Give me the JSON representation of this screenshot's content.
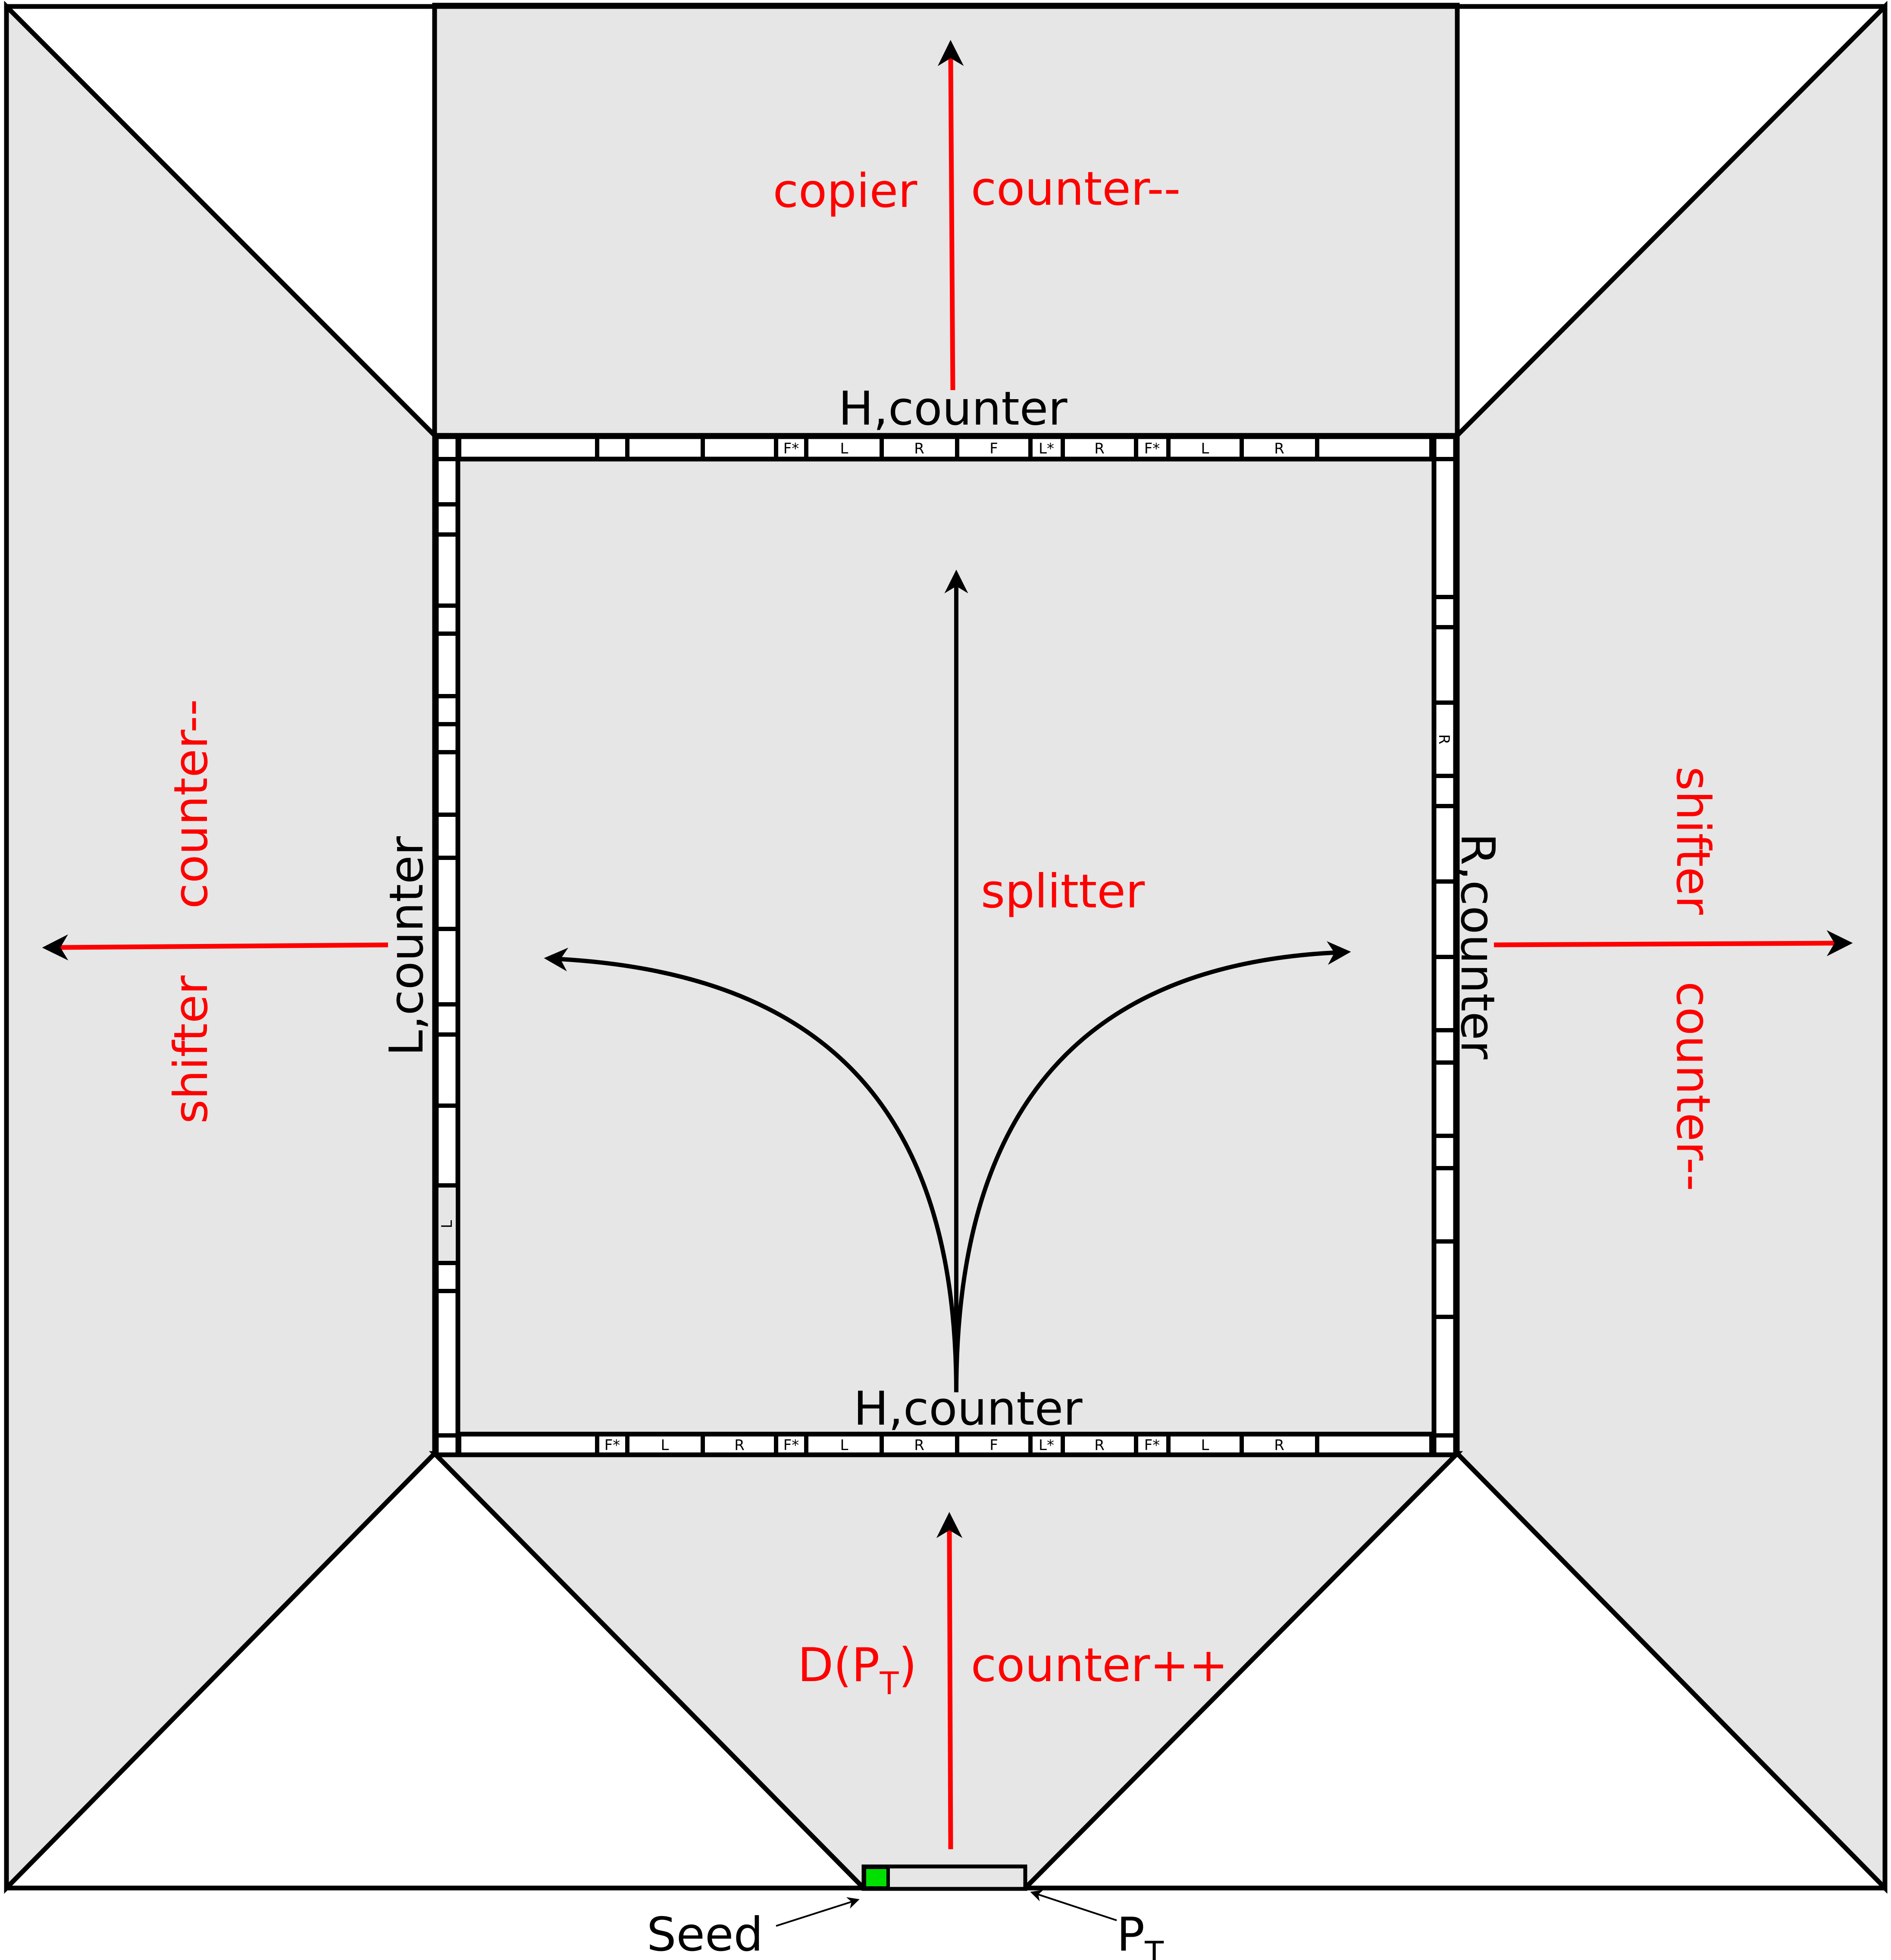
{
  "labels": {
    "top_region": {
      "left": "copier",
      "right": "counter--"
    },
    "top_edge": "H,counter",
    "bottom_edge": "H,counter",
    "center": "splitter",
    "left_edge": "L,counter",
    "right_edge": "R,counter",
    "left_region": {
      "counter": "counter--",
      "shifter": "shifter"
    },
    "right_region": {
      "shifter": "shifter",
      "counter": "counter--"
    },
    "bottom_region": {
      "counter": "counter++",
      "d_main": "D(P",
      "d_sub": "T",
      "d_close": ")"
    },
    "seed": "Seed",
    "pt_main": "P",
    "pt_sub": "T"
  },
  "top_cells": [
    "F*",
    "L",
    "R",
    "F",
    "L*",
    "R",
    "F*",
    "L",
    "R"
  ],
  "bottom_cells": [
    "F*",
    "L",
    "R",
    "F*",
    "L",
    "R",
    "F",
    "L*",
    "R",
    "F*",
    "L",
    "R"
  ],
  "left_cell": "L",
  "right_cell": "R",
  "colors": {
    "region_fill": "#e6e6e6",
    "seed": "#00e000",
    "red_arrow": "#ff0000",
    "outline": "#000000"
  }
}
